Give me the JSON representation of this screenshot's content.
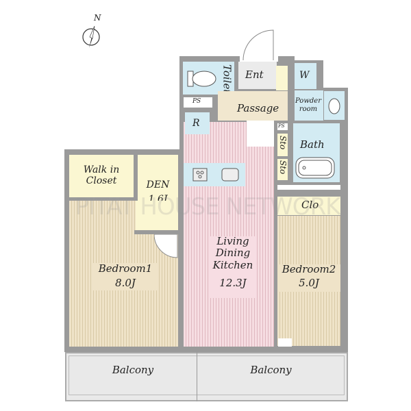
{
  "compass": {
    "label": "N"
  },
  "watermark": "PITAT HOUSE NETWORK",
  "rooms": {
    "toilet": "Toilet",
    "entrance": "Ent",
    "washer": "W",
    "powder_room": "Powder room",
    "ps_1": "PS",
    "passage": "Passage",
    "refrigerator": "R",
    "ps_2": "PS",
    "storage_1": "Sto",
    "storage_2": "Sto",
    "bath": "Bath",
    "walk_in_closet": "Walk in Closet",
    "den": "DEN",
    "den_size": "1.6J",
    "ldk": "Living Dining Kitchen",
    "ldk_size": "12.3J",
    "closet": "Clo",
    "bedroom1": "Bedroom1",
    "bedroom1_size": "8.0J",
    "bedroom2": "Bedroom2",
    "bedroom2_size": "5.0J",
    "balcony_left": "Balcony",
    "balcony_right": "Balcony"
  }
}
